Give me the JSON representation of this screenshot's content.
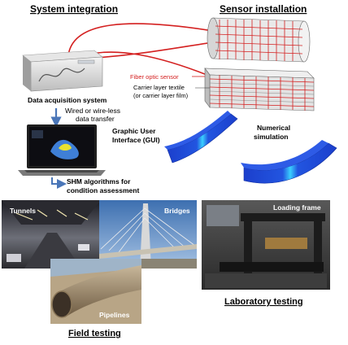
{
  "headings": {
    "system_integration": "System integration",
    "sensor_installation": "Sensor installation",
    "field_testing": "Field testing",
    "laboratory_testing": "Laboratory testing"
  },
  "labels": {
    "data_acquisition": "Data acquisition system",
    "transfer_line1": "Wired or wire-less",
    "transfer_line2": "data  transfer",
    "gui_line1": "Graphic User",
    "gui_line2": "Interface (GUI)",
    "shm_line1": "SHM algorithms for",
    "shm_line2": "condition assessment",
    "fiber_optic": "Fiber optic sensor",
    "carrier_line1": "Carrier layer textile",
    "carrier_line2": "(or carrier layer film)",
    "numerical_line1": "Numerical",
    "numerical_line2": "simulation",
    "tunnels": "Tunnels",
    "bridges": "Bridges",
    "pipelines": "Pipelines",
    "loading_frame": "Loading frame"
  },
  "colors": {
    "fiber_red": "#d42020",
    "arrow_blue": "#4a76b8",
    "beam_blue": "#1a3fcf",
    "accent_cyan": "#37d2ff"
  }
}
